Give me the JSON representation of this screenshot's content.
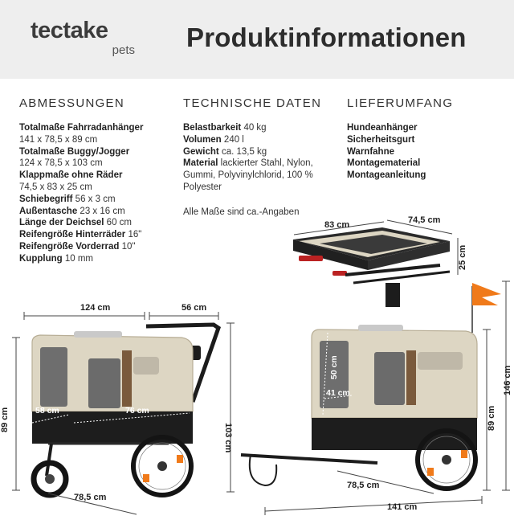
{
  "header": {
    "brand": "tectake",
    "brand_sub": "pets",
    "title": "Produktinformationen"
  },
  "columns": {
    "dimensions": {
      "heading": "ABMESSUNGEN",
      "items": [
        {
          "label": "Totalmaße Fahrradanhänger",
          "value": ""
        },
        {
          "label": "",
          "value": "141 x 78,5 x 89 cm"
        },
        {
          "label": "Totalmaße Buggy/Jogger",
          "value": ""
        },
        {
          "label": "",
          "value": "124 x 78,5 x 103 cm"
        },
        {
          "label": "Klappmaße ohne Räder",
          "value": ""
        },
        {
          "label": "",
          "value": "74,5 x 83 x 25 cm"
        },
        {
          "label": "Schiebegriff",
          "value": "56 x 3 cm"
        },
        {
          "label": "Außentasche",
          "value": "23 x 16 cm"
        },
        {
          "label": "Länge der Deichsel",
          "value": "60 cm"
        },
        {
          "label": "Reifengröße Hinterräder",
          "value": "16\""
        },
        {
          "label": "Reifengröße Vorderrad",
          "value": "10\""
        },
        {
          "label": "Kupplung",
          "value": "10 mm"
        }
      ]
    },
    "technical": {
      "heading": "TECHNISCHE DATEN",
      "items": [
        {
          "label": "Belastbarkeit",
          "value": "40 kg"
        },
        {
          "label": "Volumen",
          "value": "240 l"
        },
        {
          "label": "Gewicht",
          "value": "ca. 13,5 kg"
        },
        {
          "label": "Material",
          "value": "lackierter Stahl, Nylon, Gummi, Polyvinylchlorid, 100 % Polyester"
        }
      ],
      "note": "Alle Maße sind ca.-Angaben"
    },
    "scope": {
      "heading": "LIEFERUMFANG",
      "items": [
        "Hundeanhänger",
        "Sicherheitsgurt",
        "Warnfahne",
        "Montagematerial",
        "Montageanleitung"
      ]
    }
  },
  "dimensions_labels": {
    "folded_length": "83 cm",
    "folded_width": "74,5 cm",
    "folded_height": "25 cm",
    "buggy_length": "124 cm",
    "handle_length": "56 cm",
    "buggy_height": "103 cm",
    "buggy_side_height": "89 cm",
    "buggy_depth": "58 cm",
    "buggy_inner_length": "76 cm",
    "buggy_width": "78,5 cm",
    "trailer_inner_height": "50 cm",
    "trailer_inner_width": "41 cm",
    "trailer_height": "89 cm",
    "trailer_flag_height": "146 cm",
    "trailer_width": "78,5 cm",
    "trailer_length": "141 cm"
  },
  "colors": {
    "header_bg": "#eeeeee",
    "frame": "#1c1c1c",
    "fabric": "#ddd6c3",
    "mesh": "#6b6b6b",
    "accent_flag": "#f07a1a",
    "dim_line": "#444444"
  }
}
